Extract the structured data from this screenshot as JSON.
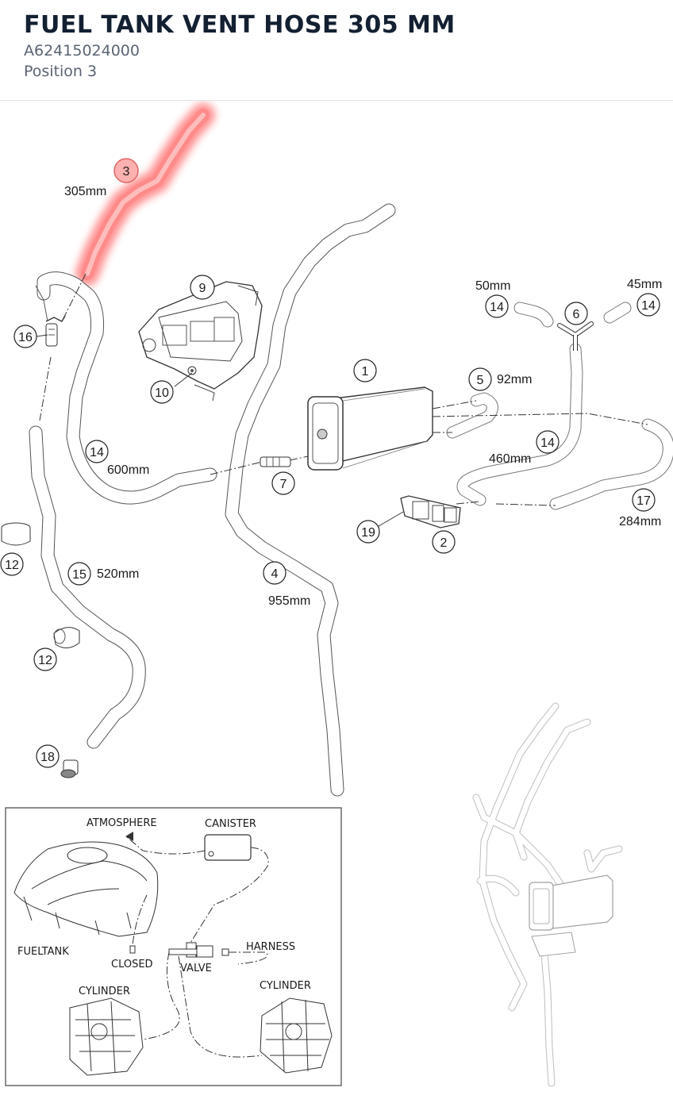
{
  "header": {
    "title": "FUEL TANK VENT HOSE 305 MM",
    "part_number": "A62415024000",
    "position": "Position 3"
  },
  "callouts": {
    "c1": "1",
    "c2": "2",
    "c3": "3",
    "c4": "4",
    "c5": "5",
    "c6": "6",
    "c7": "7",
    "c9": "9",
    "c10": "10",
    "c12a": "12",
    "c12b": "12",
    "c14a": "14",
    "c14b": "14",
    "c14c": "14",
    "c14d": "14",
    "c15": "15",
    "c16": "16",
    "c17": "17",
    "c18": "18",
    "c19": "19"
  },
  "lengths": {
    "l3": "305mm",
    "l14a": "50mm",
    "l14b": "45mm",
    "l5": "92mm",
    "l14c": "460mm",
    "l14d": "600mm",
    "l17": "284mm",
    "l15": "520mm",
    "l4": "955mm"
  },
  "schematic": {
    "atmosphere": "ATMOSPHERE",
    "canister": "CANISTER",
    "fueltank": "FUELTANK",
    "closed": "CLOSED",
    "valve": "VALVE",
    "harness": "HARNESS",
    "cylinder_left": "CYLINDER",
    "cylinder_right": "CYLINDER"
  },
  "colors": {
    "highlight": "#ff6b6b",
    "title": "#132032",
    "subtitle": "#5b6472"
  }
}
